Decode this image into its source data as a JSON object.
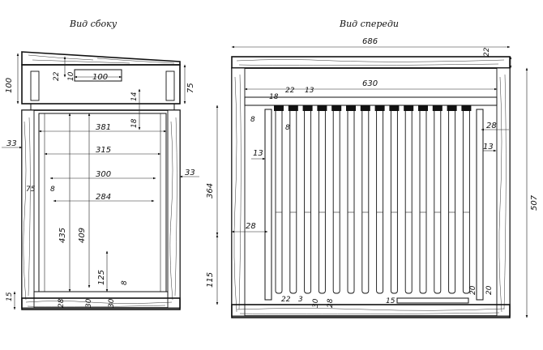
{
  "titles": {
    "side": "Вид сбоку",
    "front": "Вид спереди"
  },
  "side_view": {
    "dims": [
      "100",
      "22",
      "10",
      "100",
      "75",
      "14",
      "18",
      "33",
      "381",
      "315",
      "300",
      "33",
      "75",
      "8",
      "284",
      "435",
      "409",
      "125",
      "8",
      "15",
      "28",
      "30",
      "30"
    ]
  },
  "front_view": {
    "dims": [
      "686",
      "22",
      "630",
      "18",
      "22",
      "13",
      "8",
      "8",
      "28",
      "13",
      "13",
      "364",
      "507",
      "28",
      "115",
      "22",
      "3",
      "30",
      "28",
      "15",
      "20",
      "20"
    ]
  }
}
